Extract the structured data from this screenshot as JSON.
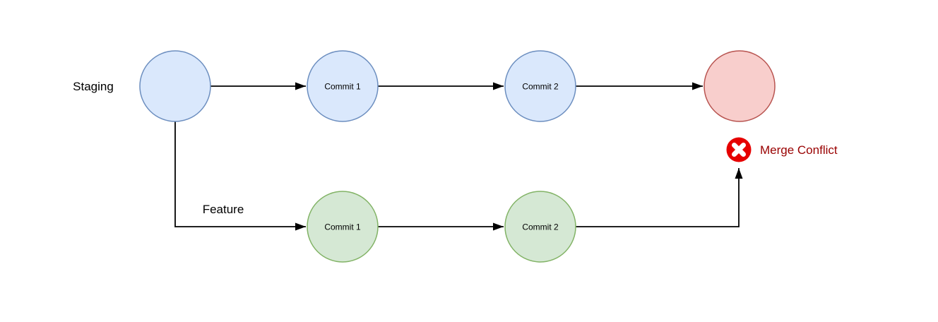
{
  "diagram": {
    "type": "git-branch-merge-conflict-diagram",
    "branches": {
      "staging": {
        "label": "Staging"
      },
      "feature": {
        "label": "Feature"
      }
    },
    "nodes": {
      "staging_root": {
        "label": "",
        "branch": "staging"
      },
      "staging_commit1": {
        "label": "Commit 1",
        "branch": "staging"
      },
      "staging_commit2": {
        "label": "Commit 2",
        "branch": "staging"
      },
      "merge_node": {
        "label": "",
        "branch": "staging",
        "status": "conflict"
      },
      "feature_commit1": {
        "label": "Commit 1",
        "branch": "feature"
      },
      "feature_commit2": {
        "label": "Commit 2",
        "branch": "feature"
      }
    },
    "edges": [
      {
        "from": "staging_root",
        "to": "staging_commit1"
      },
      {
        "from": "staging_commit1",
        "to": "staging_commit2"
      },
      {
        "from": "staging_commit2",
        "to": "merge_node"
      },
      {
        "from": "staging_root",
        "to": "feature_commit1",
        "label": "Feature"
      },
      {
        "from": "feature_commit1",
        "to": "feature_commit2"
      },
      {
        "from": "feature_commit2",
        "to": "merge_conflict_icon"
      }
    ],
    "annotation": {
      "merge_conflict": {
        "label": "Merge Conflict",
        "icon": "error-x-icon"
      }
    },
    "colors": {
      "staging_node_fill": "#dae8fc",
      "staging_node_stroke": "#6c8ebf",
      "feature_node_fill": "#d5e8d4",
      "feature_node_stroke": "#82b366",
      "conflict_node_fill": "#f8cecc",
      "conflict_node_stroke": "#b85450",
      "error_icon_fill": "#e60000",
      "error_icon_x": "#ffffff",
      "conflict_text": "#990000",
      "edge_line": "#000000",
      "label_text": "#000000",
      "background": "#ffffff"
    }
  }
}
